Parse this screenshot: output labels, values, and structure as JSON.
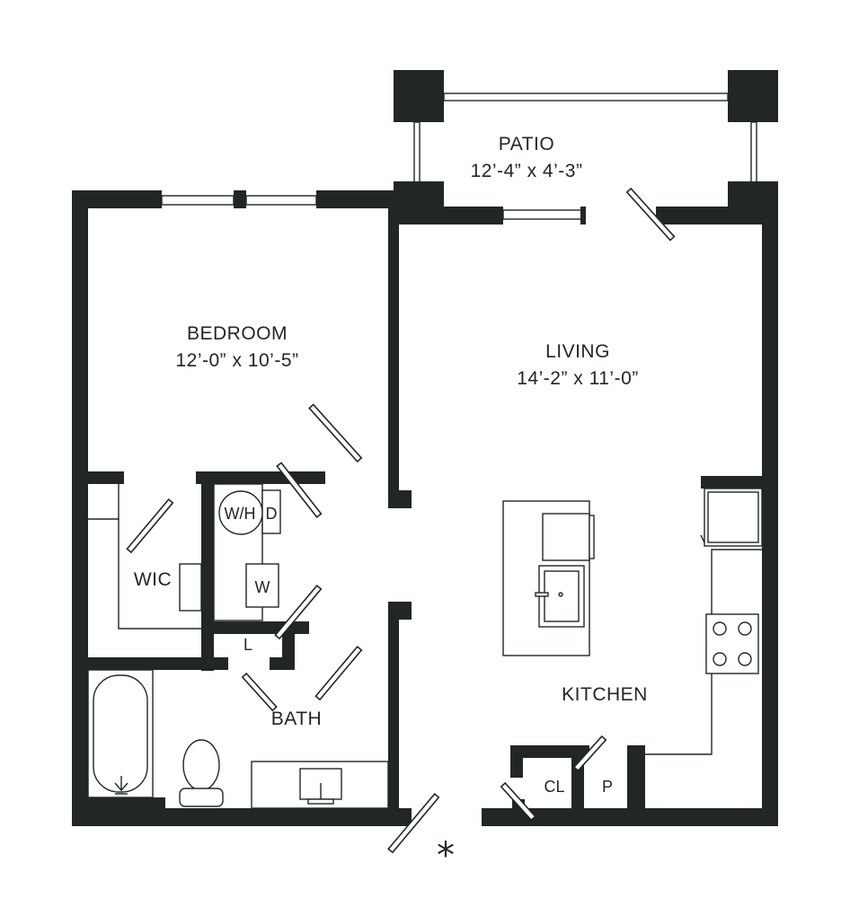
{
  "rooms": {
    "patio": {
      "name": "PATIO",
      "size": "12’-4” x 4’-3”"
    },
    "bedroom": {
      "name": "BEDROOM",
      "size": "12’-0” x 10’-5”"
    },
    "living": {
      "name": "LIVING",
      "size": "14’-2” x 11’-0”"
    },
    "wic": {
      "name": "WIC"
    },
    "bath": {
      "name": "BATH"
    },
    "kitchen": {
      "name": "KITCHEN"
    }
  },
  "fixtures": {
    "water_heater": "W/H",
    "dryer": "D",
    "washer": "W",
    "linen": "L",
    "coat_closet": "CL",
    "pantry": "P"
  },
  "entry_marker": "*"
}
